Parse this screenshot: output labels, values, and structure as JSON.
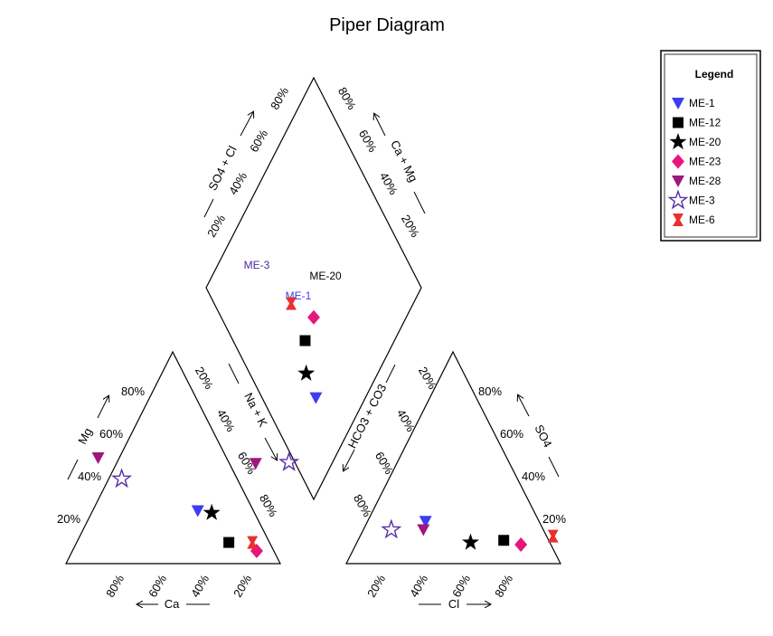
{
  "chart_data": {
    "type": "scatter",
    "title": "Piper Diagram",
    "legend": {
      "title": "Legend",
      "placement": "top-right",
      "entries": [
        {
          "name": "ME-1",
          "marker": "triangle-down",
          "color": "#3c3cf0"
        },
        {
          "name": "ME-12",
          "marker": "square",
          "color": "#000000"
        },
        {
          "name": "ME-20",
          "marker": "star",
          "color": "#000000"
        },
        {
          "name": "ME-23",
          "marker": "diamond",
          "color": "#e8157a"
        },
        {
          "name": "ME-28",
          "marker": "triangle-down",
          "color": "#a0167e"
        },
        {
          "name": "ME-3",
          "marker": "star-open",
          "color": "#5a2ea8"
        },
        {
          "name": "ME-6",
          "marker": "hourglass",
          "color": "#e83030"
        }
      ]
    },
    "axes": {
      "cation_ca": "Ca",
      "cation_mg": "Mg",
      "cation_nak": "Na + K",
      "anion_cl": "Cl",
      "anion_so4": "SO4",
      "anion_hco3": "HCO3 + CO3",
      "diamond_so4cl": "SO4 + Cl",
      "diamond_camg": "Ca + Mg",
      "ticks": [
        "20%",
        "40%",
        "60%",
        "80%"
      ]
    },
    "series": [
      {
        "name": "ME-1",
        "cation": {
          "ca": 26,
          "mg": 25,
          "nak": 49
        },
        "anion": {
          "cl": 27,
          "so4": 20,
          "hco3": 53
        }
      },
      {
        "name": "ME-12",
        "cation": {
          "ca": 19,
          "mg": 10,
          "nak": 71
        },
        "anion": {
          "cl": 68,
          "so4": 11,
          "hco3": 21
        }
      },
      {
        "name": "ME-20",
        "cation": {
          "ca": 20,
          "mg": 24,
          "nak": 56
        },
        "anion": {
          "cl": 53,
          "so4": 10,
          "hco3": 37
        }
      },
      {
        "name": "ME-23",
        "cation": {
          "ca": 8,
          "mg": 6,
          "nak": 86
        },
        "anion": {
          "cl": 77,
          "so4": 9,
          "hco3": 14
        }
      },
      {
        "name": "ME-28",
        "cation": {
          "ca": 60,
          "mg": 50,
          "nak": -10
        },
        "anion": {
          "cl": 28,
          "so4": 16,
          "hco3": 56
        }
      },
      {
        "name": "ME-3",
        "cation": {
          "ca": 54,
          "mg": 40,
          "nak": 6
        },
        "anion": {
          "cl": 13,
          "so4": 16,
          "hco3": 71
        }
      },
      {
        "name": "ME-6",
        "cation": {
          "ca": 8,
          "mg": 10,
          "nak": 82
        },
        "anion": {
          "cl": 90,
          "so4": 13,
          "hco3": -3
        }
      }
    ],
    "point_labels": [
      "ME-3",
      "ME-20",
      "ME-1"
    ]
  }
}
